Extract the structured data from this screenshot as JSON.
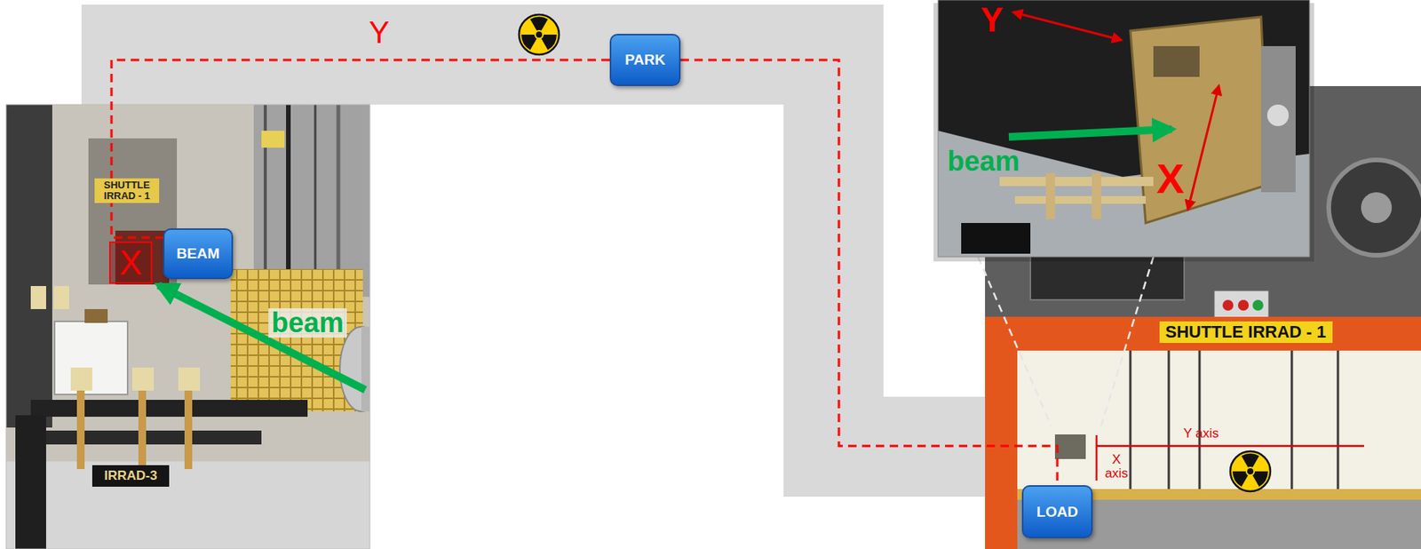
{
  "diagram": {
    "nodes": [
      {
        "text": [
          "PARK"
        ]
      },
      {
        "text": [
          "BEAM"
        ]
      },
      {
        "text": [
          "LOAD"
        ]
      }
    ],
    "edges": [
      {
        "from": 0,
        "to": 1,
        "arrow": "none"
      },
      {
        "from": 0,
        "to": 2,
        "arrow": "none"
      }
    ],
    "labels": [
      "Y",
      "X",
      "beam",
      "SHUTTLE IRRAD - 1",
      "IRRAD-3",
      "Y",
      "beam",
      "X",
      "SHUTTLE IRRAD - 1",
      "Y axis",
      "X axis"
    ]
  }
}
